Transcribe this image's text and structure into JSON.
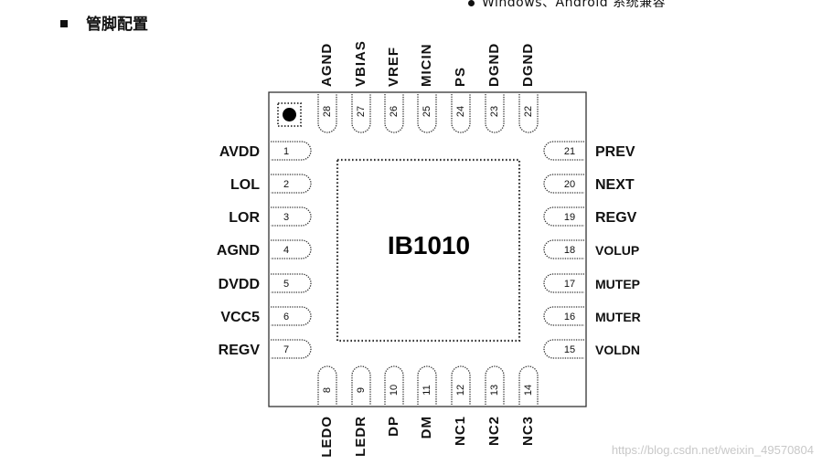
{
  "header": {
    "top_note": "Windows、Android 系统兼容",
    "section_title": "管脚配置"
  },
  "chip": {
    "name": "IB1010",
    "pins_left": [
      {
        "num": "1",
        "name": "AVDD"
      },
      {
        "num": "2",
        "name": "LOL"
      },
      {
        "num": "3",
        "name": "LOR"
      },
      {
        "num": "4",
        "name": "AGND"
      },
      {
        "num": "5",
        "name": "DVDD"
      },
      {
        "num": "6",
        "name": "VCC5"
      },
      {
        "num": "7",
        "name": "REGV"
      }
    ],
    "pins_bottom": [
      {
        "num": "8",
        "name": "LEDO"
      },
      {
        "num": "9",
        "name": "LEDR"
      },
      {
        "num": "10",
        "name": "DP"
      },
      {
        "num": "11",
        "name": "DM"
      },
      {
        "num": "12",
        "name": "NC1"
      },
      {
        "num": "13",
        "name": "NC2"
      },
      {
        "num": "14",
        "name": "NC3"
      }
    ],
    "pins_right": [
      {
        "num": "15",
        "name": "VOLDN"
      },
      {
        "num": "16",
        "name": "MUTER"
      },
      {
        "num": "17",
        "name": "MUTEP"
      },
      {
        "num": "18",
        "name": "VOLUP"
      },
      {
        "num": "19",
        "name": "REGV"
      },
      {
        "num": "20",
        "name": "NEXT"
      },
      {
        "num": "21",
        "name": "PREV"
      }
    ],
    "pins_top": [
      {
        "num": "22",
        "name": "DGND"
      },
      {
        "num": "23",
        "name": "DGND"
      },
      {
        "num": "24",
        "name": "PS"
      },
      {
        "num": "25",
        "name": "MICIN"
      },
      {
        "num": "26",
        "name": "VREF"
      },
      {
        "num": "27",
        "name": "VBIAS"
      },
      {
        "num": "28",
        "name": "AGND"
      }
    ]
  },
  "watermark": "https://blog.csdn.net/weixin_49570804"
}
